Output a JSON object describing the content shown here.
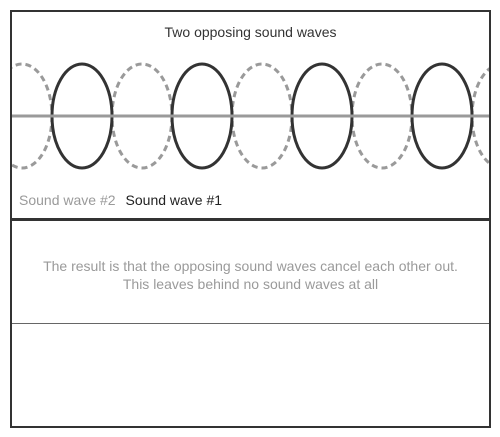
{
  "diagram": {
    "title": "Two opposing sound waves",
    "legend": {
      "wave2": "Sound wave #2",
      "wave1": "Sound wave #1"
    },
    "result": {
      "line1": "The result is that the opposing sound waves cancel each other out.",
      "line2": "This leaves behind no sound waves at all"
    },
    "colors": {
      "wave1": "#333333",
      "wave2": "#9a9a9a",
      "axis": "#9a9a9a",
      "frame": "#333333"
    }
  }
}
